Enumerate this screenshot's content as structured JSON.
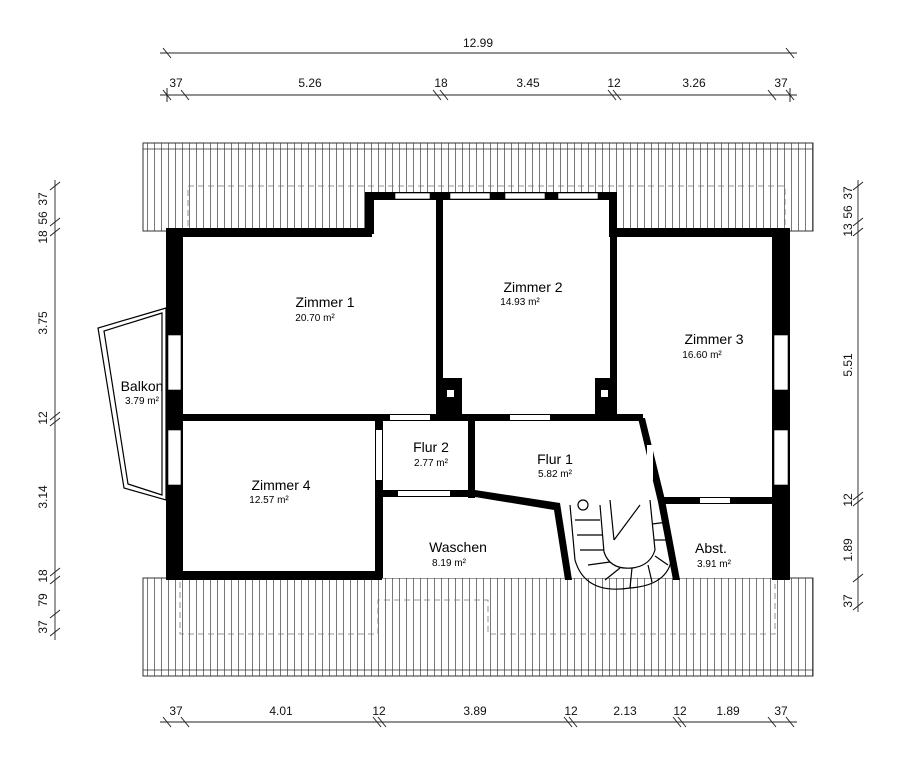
{
  "top_dims": {
    "overall": "12.99",
    "segments": [
      "37",
      "5.26",
      "18",
      "3.45",
      "12",
      "3.26",
      "37"
    ]
  },
  "bottom_dims": {
    "segments": [
      "37",
      "4.01",
      "12",
      "3.89",
      "12",
      "2.13",
      "12",
      "1.89",
      "37"
    ]
  },
  "left_dims": {
    "segments": [
      "37",
      "56",
      "18",
      "3.75",
      "12",
      "3.14",
      "18",
      "79",
      "37"
    ]
  },
  "right_dims": {
    "segments": [
      "37",
      "56",
      "13",
      "5.51",
      "12",
      "1.89",
      "37"
    ]
  },
  "rooms": {
    "zimmer1": {
      "name": "Zimmer 1",
      "area": "20.70 m²"
    },
    "zimmer2": {
      "name": "Zimmer 2",
      "area": "14.93 m²"
    },
    "zimmer3": {
      "name": "Zimmer 3",
      "area": "16.60 m²"
    },
    "zimmer4": {
      "name": "Zimmer 4",
      "area": "12.57 m²"
    },
    "flur1": {
      "name": "Flur 1",
      "area": "5.82 m²"
    },
    "flur2": {
      "name": "Flur 2",
      "area": "2.77 m²"
    },
    "waschen": {
      "name": "Waschen",
      "area": "8.19 m²"
    },
    "abst": {
      "name": "Abst.",
      "area": "3.91 m²"
    },
    "balkon": {
      "name": "Balkon",
      "area": "3.79 m²"
    }
  }
}
